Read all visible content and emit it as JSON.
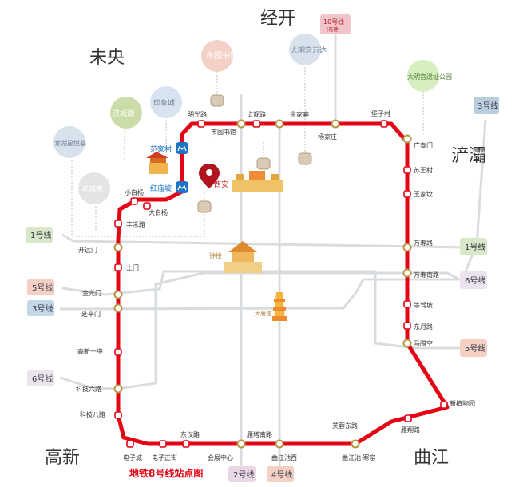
{
  "map": {
    "title": "地铁8号线站点图",
    "districts": [
      "经开",
      "未央",
      "浐灞",
      "高新",
      "曲江"
    ],
    "line10": {
      "name": "10号线",
      "note": "(在建)"
    },
    "transfer_labels": {
      "l3_top": "3号线",
      "l1_left": "1号线",
      "l1_right": "1号线",
      "l5_left": "5号线",
      "l5_right": "5号线",
      "l3_left": "3号线",
      "l6_left": "6号线",
      "l6_right": "6号线",
      "l2_bottom": "2号线",
      "l4_bottom": "4号线"
    },
    "poi_bubbles": {
      "library": "市图书馆",
      "daming_wanda": "大明宫万达",
      "daming_park": "大明宫遗址公园",
      "hancheng": "汉城湖",
      "yinxiang": "印象城",
      "longhu": "龙湖星悦荟",
      "laochenggen": "老城根"
    },
    "landmarks": {
      "bell_tower": "钟楼",
      "pagoda": "大雁塔",
      "brand": "西安",
      "fanjiacun": "范家村",
      "hongmiaopo": "红庙坡",
      "library_stop": "市图书馆"
    },
    "stations": {
      "mingguang": "明光路",
      "yuanguan": "贞观路",
      "yujiazhai": "余家寨",
      "yangjiazhuang": "杨家庄",
      "baozi": "堡子村",
      "guangtaimen": "广泰门",
      "suwangcun": "苏王村",
      "wangjiafen": "王家坟",
      "wanshou": "万寿路",
      "wanshou_south": "万寿南路",
      "dengjiapo": "等驾坡",
      "dongyue": "东月路",
      "maten": "马腾空",
      "xinzhi": "新植物园",
      "yanxiang": "雁翔路",
      "furong_east": "芙蓉东路",
      "qujiang_hanyao": "曲江池·寒窑",
      "qujiang_west": "曲江池西",
      "yanta_south": "雁塔南路",
      "huizhan": "会展中心",
      "dongyi": "东仪路",
      "dianzizheng": "电子正街",
      "dianzicheng": "电子城",
      "keji8": "科技八路",
      "keji6": "科技六路",
      "gaoxin1": "高新一中",
      "yanpingmen": "延平门",
      "jinguangmen": "金光门",
      "tumen": "土门",
      "kaiyuanmen": "开远门",
      "fenghe": "丰禾路",
      "dabaiyang": "大白杨",
      "xiaobaiyang": "小白杨"
    }
  }
}
